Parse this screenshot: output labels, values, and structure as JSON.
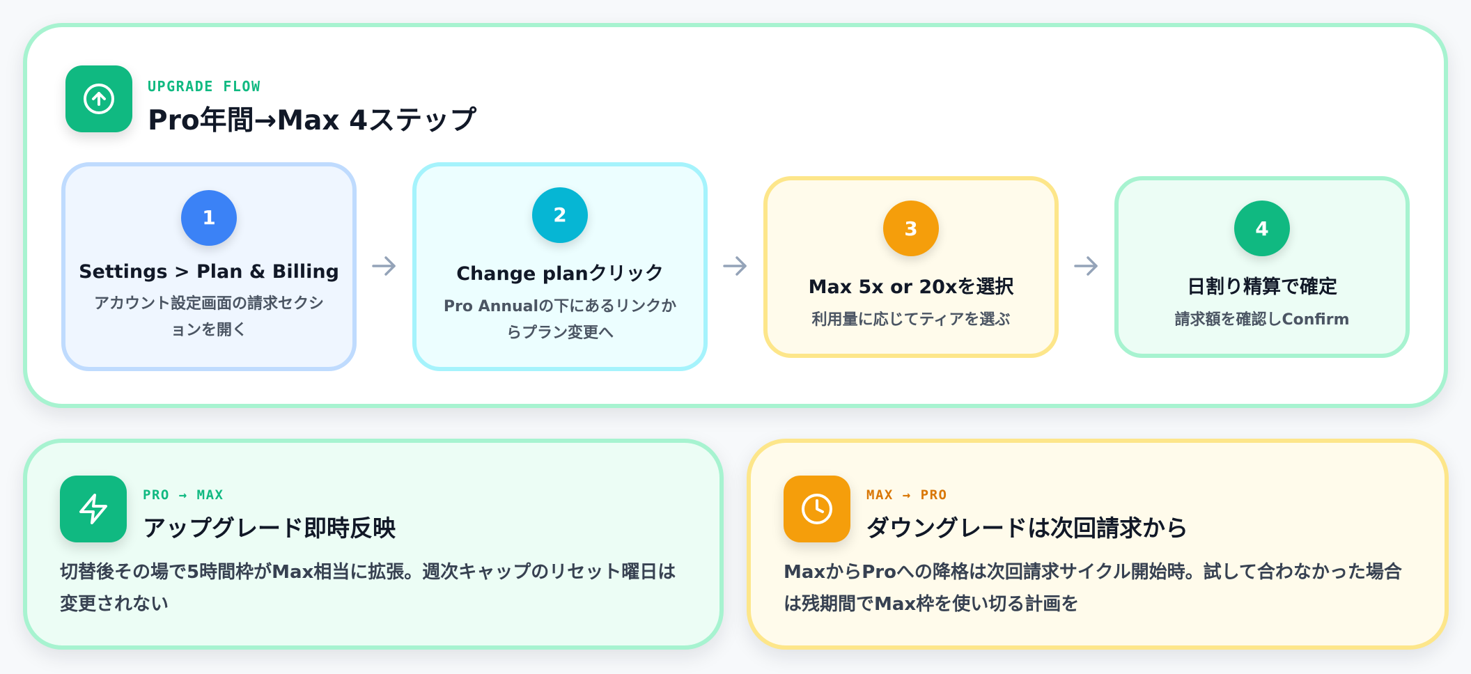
{
  "flow": {
    "eyebrow": "UPGRADE FLOW",
    "title": "Pro年間→Max 4ステップ",
    "icon": "arrow-up-circle-icon",
    "accent": "#10b981",
    "steps": [
      {
        "number": "1",
        "title": "Settings > Plan & Billing",
        "description": "アカウント設定画面の請求セクションを開く",
        "color": "#3b82f6"
      },
      {
        "number": "2",
        "title": "Change planクリック",
        "description": "Pro Annualの下にあるリンクからプラン変更へ",
        "color": "#06b6d4"
      },
      {
        "number": "3",
        "title": "Max 5x or 20xを選択",
        "description": "利用量に応じてティアを選ぶ",
        "color": "#f59e0b"
      },
      {
        "number": "4",
        "title": "日割り精算で確定",
        "description": "請求額を確認しConfirm",
        "color": "#10b981"
      }
    ]
  },
  "upgrade": {
    "eyebrow": "PRO → MAX",
    "title": "アップグレード即時反映",
    "body": "切替後その場で5時間枠がMax相当に拡張。週次キャップのリセット曜日は変更されない",
    "icon": "lightning-icon",
    "accent": "#10b981"
  },
  "downgrade": {
    "eyebrow": "MAX → PRO",
    "title": "ダウングレードは次回請求から",
    "body": "MaxからProへの降格は次回請求サイクル開始時。試して合わなかった場合は残期間でMax枠を使い切る計画を",
    "icon": "clock-icon",
    "accent": "#f59e0b"
  }
}
